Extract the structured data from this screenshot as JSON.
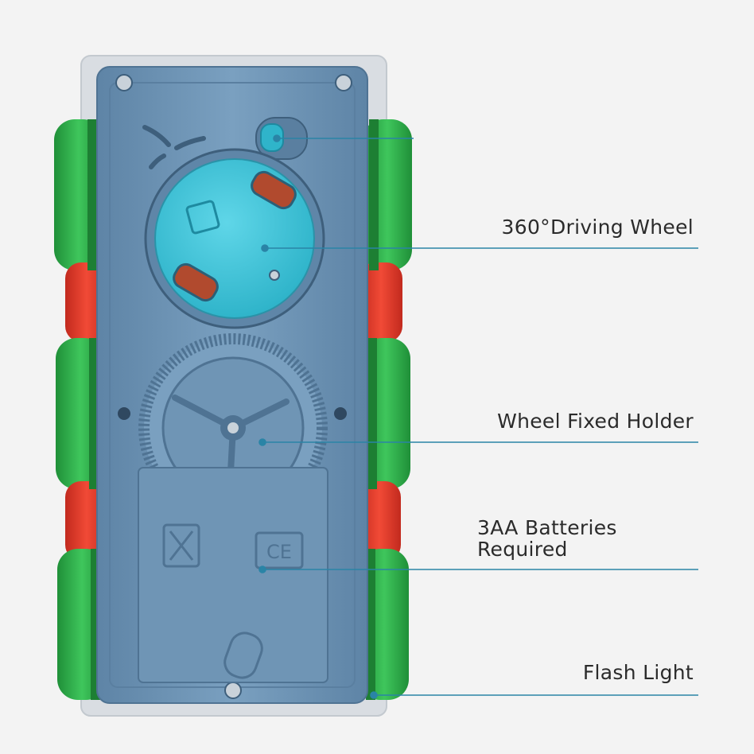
{
  "callouts": {
    "driving_wheel": "360°Driving Wheel",
    "holder": "Wheel Fixed Holder",
    "batteries_line1": "3AA Batteries",
    "batteries_line2": "Required",
    "flash": "Flash Light"
  },
  "colors": {
    "background": "#f3f3f3",
    "body": "#6f95b5",
    "body_dark": "#4f7393",
    "cyan_disc": "#3fc4d8",
    "wheel_green": "#2fae4a",
    "wheel_red": "#e43c2c",
    "callout_line": "#2a84a6"
  }
}
